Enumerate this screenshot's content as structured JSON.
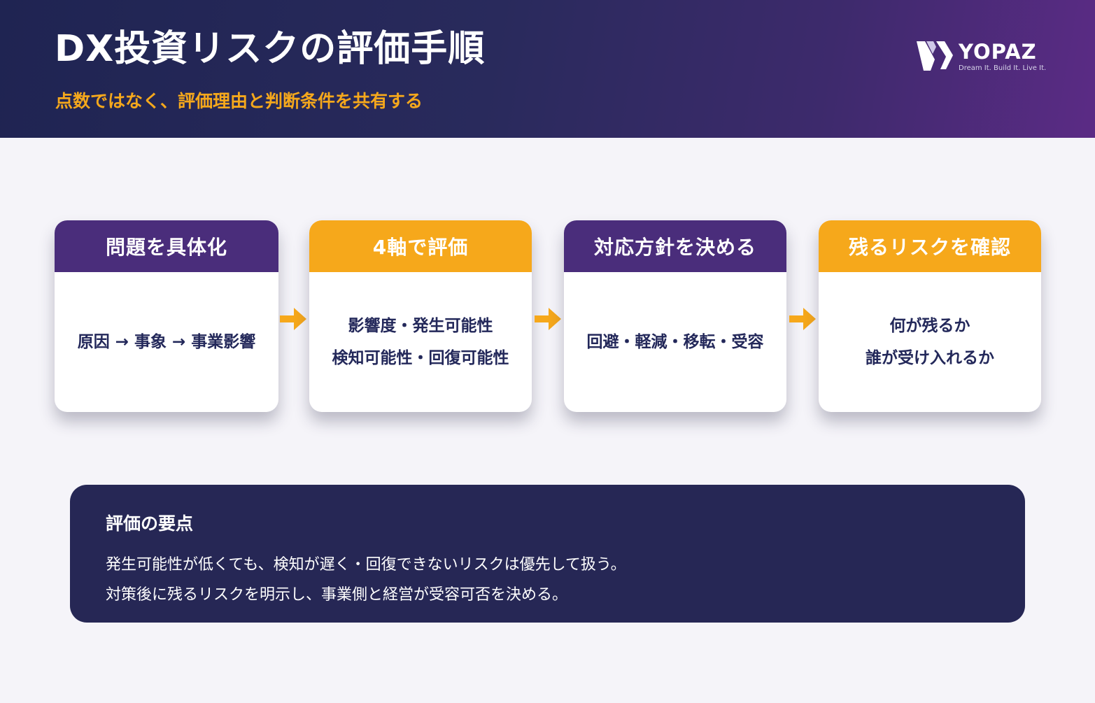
{
  "header": {
    "title": "DX投資リスクの評価手順",
    "subtitle": "点数ではなく、評価理由と判断条件を共有する"
  },
  "logo": {
    "icon": "yopaz-logo-mark",
    "name": "YOPAZ",
    "tagline": "Dream It. Build It. Live It."
  },
  "colors": {
    "header_start": "#1f2452",
    "header_end": "#5b2b85",
    "accent_orange": "#f6a81b",
    "step_purple": "#4a2d7b",
    "panel_navy": "#262755",
    "text_navy": "#23285a"
  },
  "steps": [
    {
      "title": "問題を具体化",
      "lines": [
        "原因 → 事象 → 事業影響"
      ],
      "color": "purple"
    },
    {
      "title": "4軸で評価",
      "lines": [
        "影響度・発生可能性",
        "検知可能性・回復可能性"
      ],
      "color": "orange"
    },
    {
      "title": "対応方針を決める",
      "lines": [
        "回避・軽減・移転・受容"
      ],
      "color": "purple"
    },
    {
      "title": "残るリスクを確認",
      "lines": [
        "何が残るか",
        "誰が受け入れるか"
      ],
      "color": "orange"
    }
  ],
  "panel": {
    "title": "評価の要点",
    "lines": [
      "発生可能性が低くても、検知が遅く・回復できないリスクは優先して扱う。",
      "対策後に残るリスクを明示し、事業側と経営が受容可否を決める。"
    ]
  }
}
